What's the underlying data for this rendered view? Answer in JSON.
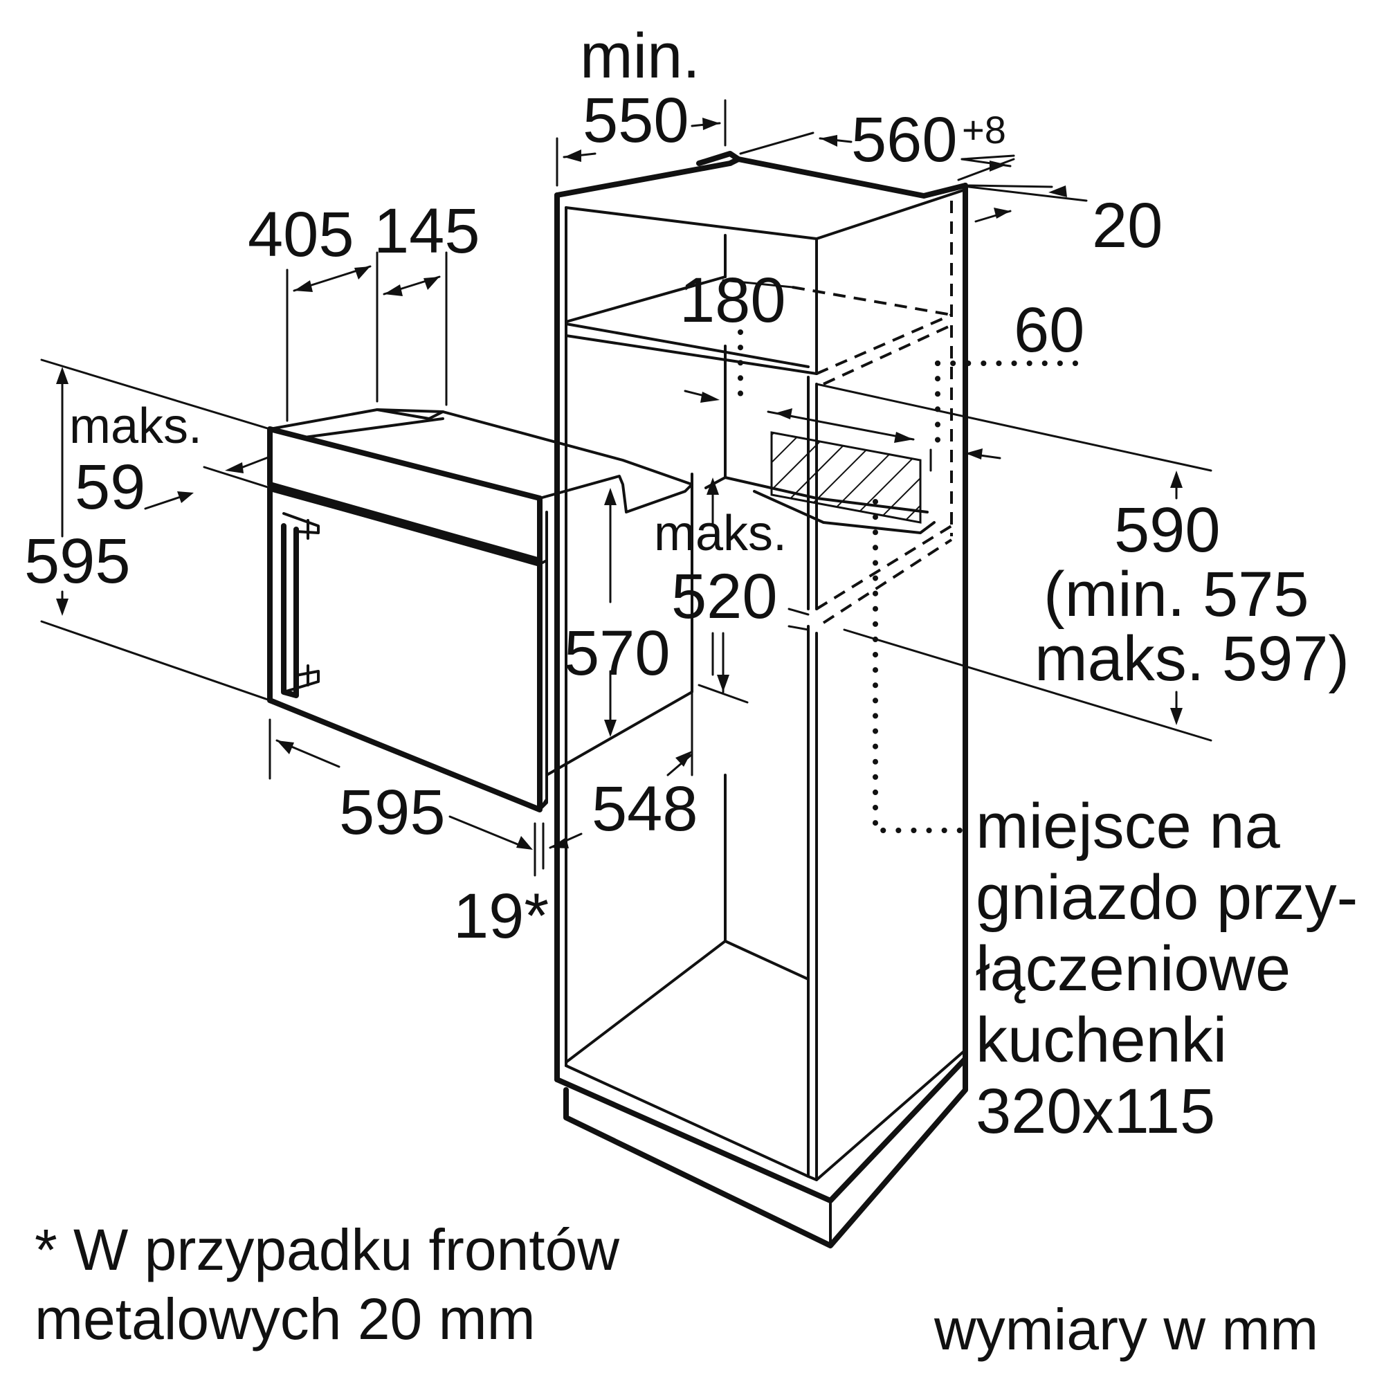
{
  "dimensions": {
    "cabinet_min": "min.",
    "cabinet_min_depth": "550",
    "niche_width": "560",
    "niche_width_tol": "+8",
    "top_offset": "20",
    "rail_405": "405",
    "rail_145": "145",
    "vent_180": "180",
    "side_gap_60": "60",
    "front_maks": "maks.",
    "front_59": "59",
    "oven_height": "595",
    "oven_width": "595",
    "niche_depth_maks": "maks.",
    "niche_depth_520": "520",
    "oven_body_height": "570",
    "oven_body_depth": "548",
    "front_thickness": "19*",
    "niche_height": "590",
    "niche_height_min": "(min. 575",
    "niche_height_max": "maks. 597)"
  },
  "socket_note": {
    "line1": "miejsce na",
    "line2": "gniazdo przy-",
    "line3": "łączeniowe",
    "line4": "kuchenki",
    "line5": "320x115"
  },
  "footnote": {
    "line1": "* W przypadku frontów",
    "line2": "metalowych 20 mm"
  },
  "units_note": "wymiary w mm"
}
